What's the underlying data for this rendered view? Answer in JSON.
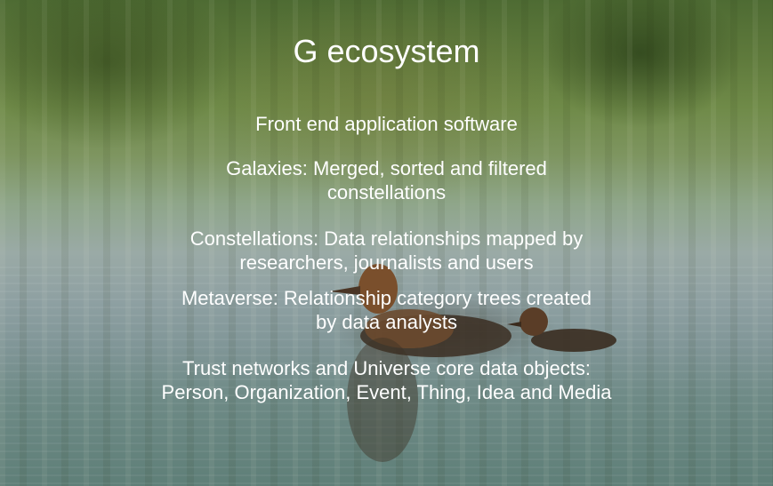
{
  "slide": {
    "title": "G ecosystem",
    "items": [
      {
        "lines": [
          "Front end application software"
        ]
      },
      {
        "lines": [
          "Galaxies: Merged, sorted and filtered",
          "constellations"
        ]
      },
      {
        "lines": [
          "Constellations: Data relationships mapped by",
          "researchers, journalists and users"
        ]
      },
      {
        "lines": [
          "Metaverse: Relationship category trees created",
          "by data analysts"
        ]
      },
      {
        "lines": [
          "Trust networks and Universe core data objects:",
          "Person, Organization, Event, Thing, Idea and Media"
        ]
      }
    ]
  }
}
